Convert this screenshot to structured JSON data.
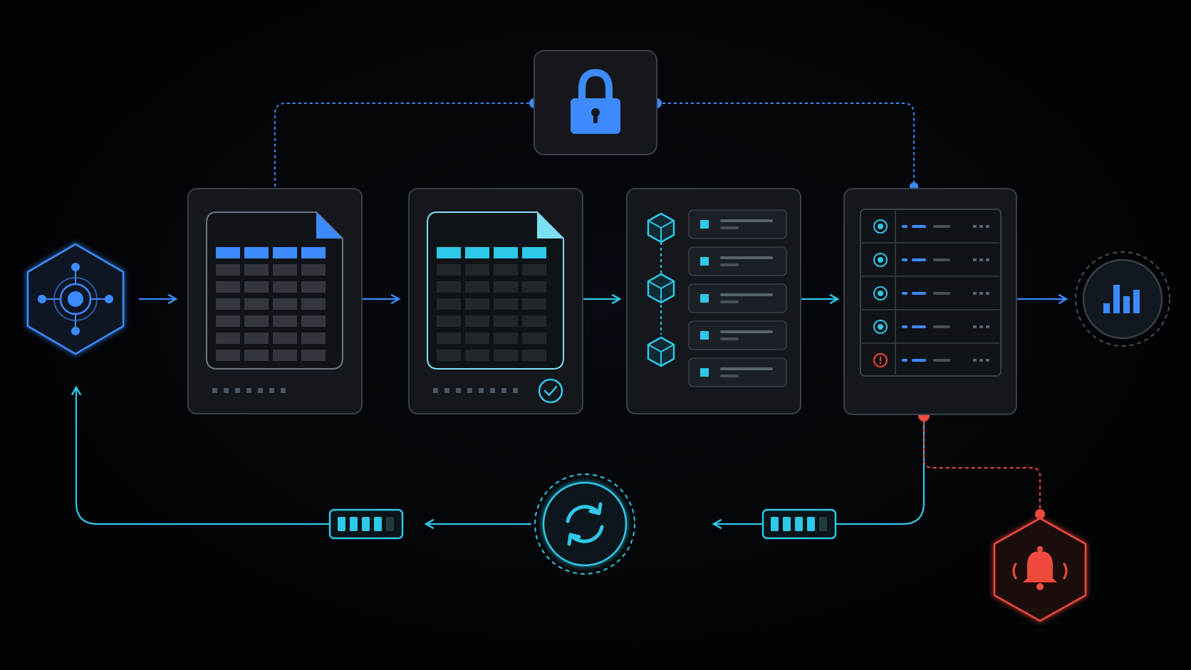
{
  "colors": {
    "background": "#020305",
    "panel_fill": "#14171c",
    "panel_stroke": "#3a4048",
    "blue": "#3d8bff",
    "cyan": "#2ec8e8",
    "red": "#f04a3f",
    "grey_cell": "#33373d",
    "dark_cell": "#22272c"
  },
  "nodes": [
    {
      "id": "source",
      "icon": "hub-icon",
      "color": "blue"
    },
    {
      "id": "raw-table",
      "icon": "spreadsheet-file-icon",
      "color": "blue"
    },
    {
      "id": "validated-table",
      "icon": "spreadsheet-file-icon",
      "badge": "check-circle-icon",
      "color": "cyan"
    },
    {
      "id": "block-list",
      "icon": "cube-icon",
      "items": 5,
      "color": "cyan"
    },
    {
      "id": "server-rack",
      "icon": "server-icon",
      "rows": [
        "ok",
        "ok",
        "ok",
        "ok",
        "error"
      ],
      "color": "blue"
    },
    {
      "id": "analytics",
      "icon": "bar-chart-icon",
      "color": "blue"
    },
    {
      "id": "security",
      "icon": "lock-icon",
      "color": "blue"
    },
    {
      "id": "alert",
      "icon": "bell-icon",
      "color": "red"
    },
    {
      "id": "sync",
      "icon": "refresh-icon",
      "color": "cyan"
    }
  ],
  "buffers": [
    {
      "id": "buffer-right",
      "filled": 4,
      "total": 5
    },
    {
      "id": "buffer-left",
      "filled": 4,
      "total": 5
    }
  ]
}
